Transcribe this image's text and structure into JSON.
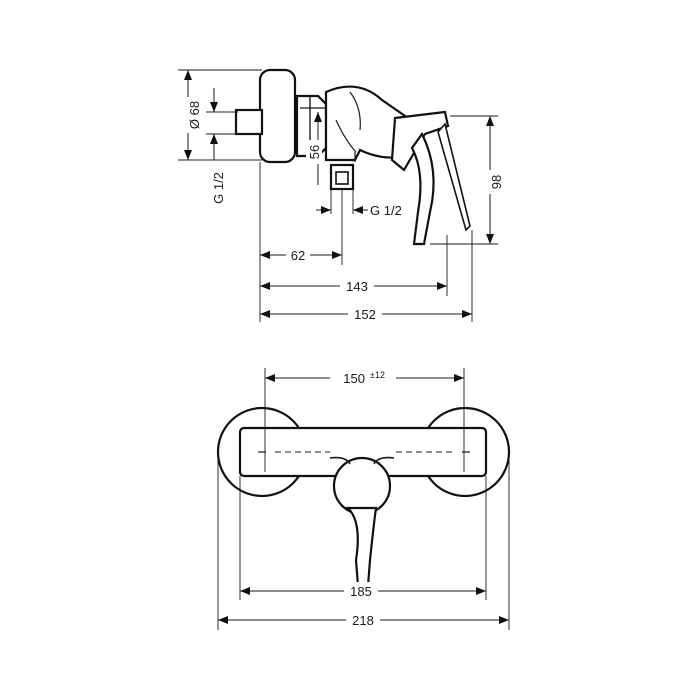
{
  "side_view": {
    "dim_diameter": "Ø 68",
    "dim_thread_left": "G 1/2",
    "dim_thread_outlet": "G 1/2",
    "dim_56": "56",
    "dim_98": "98",
    "dim_62": "62",
    "dim_143": "143",
    "dim_152": "152"
  },
  "front_view": {
    "dim_150": "150",
    "dim_150_tolerance": "±12",
    "dim_185": "185",
    "dim_218": "218"
  }
}
